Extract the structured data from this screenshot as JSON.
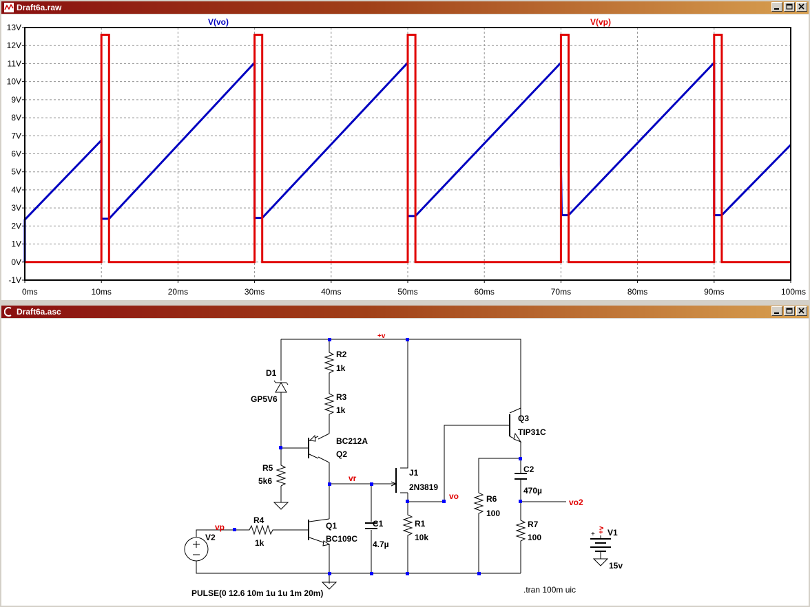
{
  "windows": {
    "waveform": {
      "title": "Draft6a.raw"
    },
    "schematic": {
      "title": "Draft6a.asc"
    }
  },
  "chart_data": {
    "type": "line",
    "xlabel": "",
    "ylabel": "",
    "x_unit": "ms",
    "y_unit": "V",
    "xlim": [
      0,
      100
    ],
    "ylim": [
      -1,
      13
    ],
    "grid": true,
    "x_ticks": [
      "0ms",
      "10ms",
      "20ms",
      "30ms",
      "40ms",
      "50ms",
      "60ms",
      "70ms",
      "80ms",
      "90ms",
      "100ms"
    ],
    "y_ticks": [
      "13V",
      "12V",
      "11V",
      "10V",
      "9V",
      "8V",
      "7V",
      "6V",
      "5V",
      "4V",
      "3V",
      "2V",
      "1V",
      "0V",
      "-1V"
    ],
    "series": [
      {
        "name": "V(vo)",
        "color": "#0000c0",
        "points": [
          [
            0,
            0
          ],
          [
            0,
            2.35
          ],
          [
            10,
            6.75
          ],
          [
            10,
            2.4
          ],
          [
            11,
            2.4
          ],
          [
            30,
            11.05
          ],
          [
            30,
            2.45
          ],
          [
            31,
            2.45
          ],
          [
            50,
            11.05
          ],
          [
            50,
            2.55
          ],
          [
            51,
            2.55
          ],
          [
            70,
            11.05
          ],
          [
            70,
            5.4
          ],
          [
            70.1,
            2.6
          ],
          [
            71,
            2.6
          ],
          [
            90,
            11.05
          ],
          [
            90,
            2.6
          ],
          [
            91,
            2.6
          ],
          [
            100,
            6.5
          ]
        ]
      },
      {
        "name": "V(vp)",
        "color": "#e00000",
        "points": [
          [
            0,
            0
          ],
          [
            10,
            0
          ],
          [
            10,
            12.6
          ],
          [
            11,
            12.6
          ],
          [
            11,
            0
          ],
          [
            30,
            0
          ],
          [
            30,
            12.6
          ],
          [
            31,
            12.6
          ],
          [
            31,
            0
          ],
          [
            50,
            0
          ],
          [
            50,
            12.6
          ],
          [
            51,
            12.6
          ],
          [
            51,
            0
          ],
          [
            70,
            0
          ],
          [
            70,
            12.6
          ],
          [
            71,
            12.6
          ],
          [
            71,
            0
          ],
          [
            90,
            0
          ],
          [
            90,
            12.6
          ],
          [
            91,
            12.6
          ],
          [
            91,
            0
          ],
          [
            100,
            0
          ]
        ]
      }
    ]
  },
  "schematic": {
    "components": [
      {
        "ref": "R2",
        "value": "1k"
      },
      {
        "ref": "R3",
        "value": "1k"
      },
      {
        "ref": "D1",
        "value": "GP5V6"
      },
      {
        "ref": "Q2",
        "value": "BC212A"
      },
      {
        "ref": "R5",
        "value": "5k6"
      },
      {
        "ref": "Q1",
        "value": "BC109C"
      },
      {
        "ref": "R4",
        "value": "1k"
      },
      {
        "ref": "V2",
        "value": "PULSE(0 12.6 10m 1u 1u 1m 20m)"
      },
      {
        "ref": "C1",
        "value": "4.7µ"
      },
      {
        "ref": "J1",
        "value": "2N3819"
      },
      {
        "ref": "R1",
        "value": "10k"
      },
      {
        "ref": "Q3",
        "value": "TIP31C"
      },
      {
        "ref": "C2",
        "value": "470µ"
      },
      {
        "ref": "R6",
        "value": "100"
      },
      {
        "ref": "R7",
        "value": "100"
      },
      {
        "ref": "V1",
        "value": "15v"
      }
    ],
    "nets": {
      "vp": "vp",
      "vr": "vr",
      "vo": "vo",
      "vo2": "vo2",
      "supply": "+v",
      "v1_supply": "+v"
    },
    "directive": ".tran 100m uic"
  }
}
